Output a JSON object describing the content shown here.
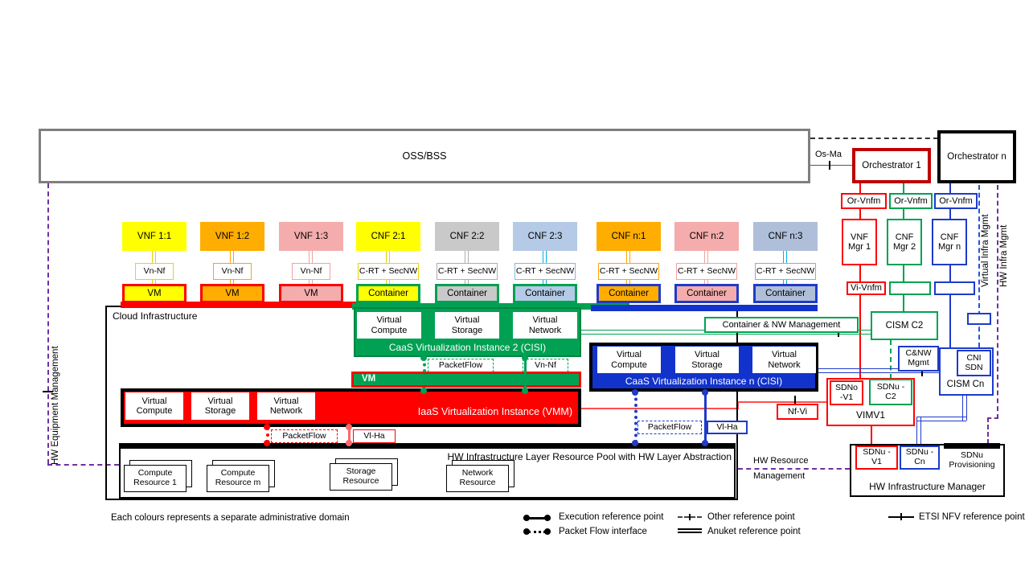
{
  "colors": {
    "red": "#FF0000",
    "dark_red": "#C00000",
    "green": "#00A152",
    "blue_line": "#1F3BC8",
    "blue_fill": "#1233CB",
    "purple": "#7030A0",
    "cyan": "#00B0F0",
    "yellow": "#FFFF00",
    "orange": "#FFAD00",
    "pink": "#F5ACAC",
    "gray": "#C9C9C9",
    "light_blue": "#B4CAE6",
    "steel_blue": "#AFBFD9"
  },
  "top": {
    "oss_bss": "OSS/BSS",
    "os_ma": "Os-Ma",
    "orchestrator_1": "Orchestrator 1",
    "orchestrator_n": "Orchestrator n",
    "or_vnfm_1": "Or-Vnfm",
    "or_vnfm_2": "Or-Vnfm",
    "or_vnfm_3": "Or-Vnfm",
    "vnf_mgr_1": "VNF Mgr 1",
    "cnf_mgr_2": "CNF Mgr 2",
    "cnf_mgr_n": "CNF Mgr n",
    "vi_vnfm": "Vi-Vnfm"
  },
  "side": {
    "hw_equipment_mgmt": "HW Equipment Management",
    "virtual_infra_mgmt": "Virtual Infra Mgmt",
    "hw_infra_mgmt": "HW Infra Mgmt"
  },
  "columns": [
    {
      "nf": "VNF 1:1",
      "iface": "Vn-Nf",
      "runtime": "VM"
    },
    {
      "nf": "VNF 1:2",
      "iface": "Vn-Nf",
      "runtime": "VM"
    },
    {
      "nf": "VNF 1:3",
      "iface": "Vn-Nf",
      "runtime": "VM"
    },
    {
      "nf": "CNF 2:1",
      "iface": "C-RT + SecNW",
      "runtime": "Container"
    },
    {
      "nf": "CNF 2:2",
      "iface": "C-RT + SecNW",
      "runtime": "Container"
    },
    {
      "nf": "CNF 2:3",
      "iface": "C-RT + SecNW",
      "runtime": "Container"
    },
    {
      "nf": "CNF n:1",
      "iface": "C-RT + SecNW",
      "runtime": "Container"
    },
    {
      "nf": "CNF n:2",
      "iface": "C-RT + SecNW",
      "runtime": "Container"
    },
    {
      "nf": "CNF n:3",
      "iface": "C-RT + SecNW",
      "runtime": "Container"
    }
  ],
  "cloud": {
    "title": "Cloud Infrastructure",
    "caas2": {
      "compute": "Virtual Compute",
      "storage": "Virtual Storage",
      "network": "Virtual Network",
      "title": "CaaS Virtualization Instance 2 (CISI)",
      "packetflow": "PacketFlow",
      "vn_nf": "Vn-Nf",
      "vm": "VM"
    },
    "caasn": {
      "compute": "Virtual Compute",
      "storage": "Virtual Storage",
      "network": "Virtual Network",
      "title": "CaaS Virtualization Instance n (CISI)",
      "packetflow": "PacketFlow",
      "vl_ha": "Vl-Ha"
    },
    "iaas": {
      "compute": "Virtual Compute",
      "storage": "Virtual Storage",
      "network": "Virtual Network",
      "title": "IaaS Virtualization Instance (VMM)",
      "packetflow": "PacketFlow",
      "vl_ha": "Vl-Ha"
    },
    "hw_pool": {
      "title": "HW Infrastructure Layer Resource Pool with HW Layer Abstraction",
      "resources": [
        "Compute Resource 1",
        "Compute Resource m",
        "Storage Resource",
        "Network Resource"
      ]
    }
  },
  "right": {
    "container_nw_mgmt": "Container & NW Management",
    "cism_c2": "CISM C2",
    "cnw_mgmt": "C&NW Mgmt",
    "cni_sdn": "CNI SDN",
    "cism_cn": "CISM Cn",
    "sdno_v1": "SDNo -V1",
    "sdnu_c2": "SDNu -C2",
    "vimv1": "VIMV1",
    "nf_vi": "Nf-Vi",
    "hw_resource_mgmt_1": "HW Resource",
    "hw_resource_mgmt_2": "Management",
    "him": {
      "sdnu_v1": "SDNu -V1",
      "sdnu_cn": "SDNu -Cn",
      "sdnu_prov": "SDNu Provisioning",
      "title": "HW Infrastructure Manager"
    }
  },
  "legend": {
    "note": "Each colours represents a separate administrative domain",
    "execution": "Execution reference point",
    "packet_flow": "Packet Flow interface",
    "other": "Other reference point",
    "anuket": "Anuket reference point",
    "etsi": "ETSI NFV reference point"
  }
}
